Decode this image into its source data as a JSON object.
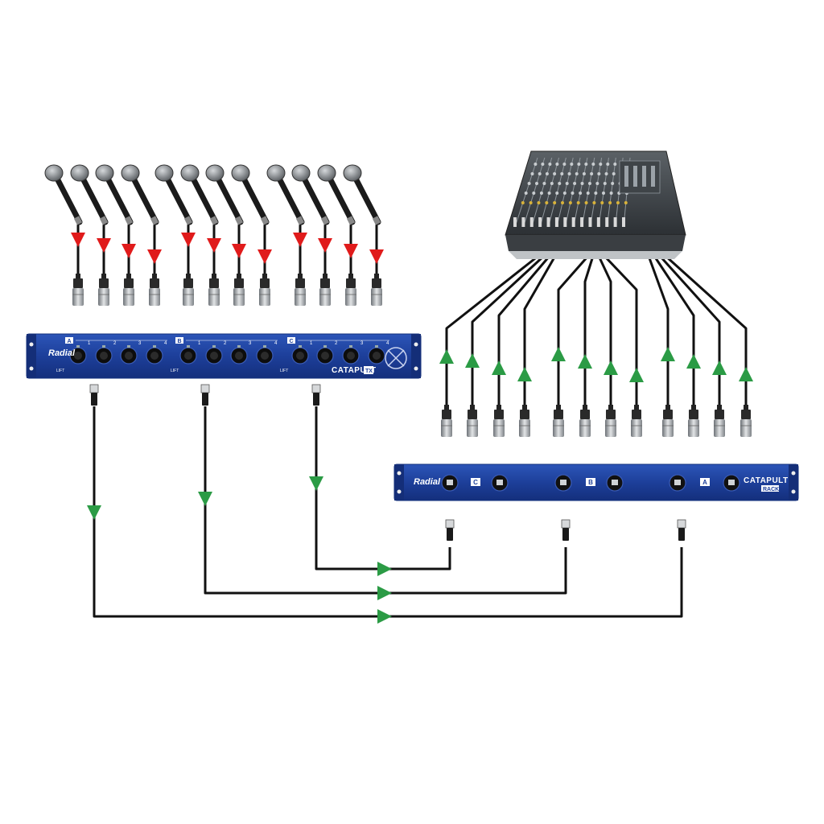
{
  "stage_box": {
    "brand": "Radial",
    "model": "CATAPULT",
    "model_tag": "TX",
    "lift_label": "LIFT",
    "groups": [
      {
        "letter": "A",
        "channels": [
          "1",
          "2",
          "3",
          "4"
        ]
      },
      {
        "letter": "B",
        "channels": [
          "1",
          "2",
          "3",
          "4"
        ]
      },
      {
        "letter": "C",
        "channels": [
          "1",
          "2",
          "3",
          "4"
        ]
      }
    ]
  },
  "receiver": {
    "brand": "Radial",
    "model": "CATAPULT",
    "model_tag": "RACK",
    "groups": [
      "C",
      "B",
      "A"
    ]
  },
  "colors": {
    "rack_blue": "#1d3f9a",
    "rack_edge": "#13307e",
    "stage_arrow": "#e01b1b",
    "signal_arrow": "#2b9b45",
    "cable": "#111111"
  },
  "icons": {
    "microphone": "microphone-icon",
    "xlr_connector": "xlr-connector-icon",
    "rj45_connector": "rj45-connector-icon",
    "mixer": "mixing-console-icon",
    "fan": "fan-icon"
  }
}
